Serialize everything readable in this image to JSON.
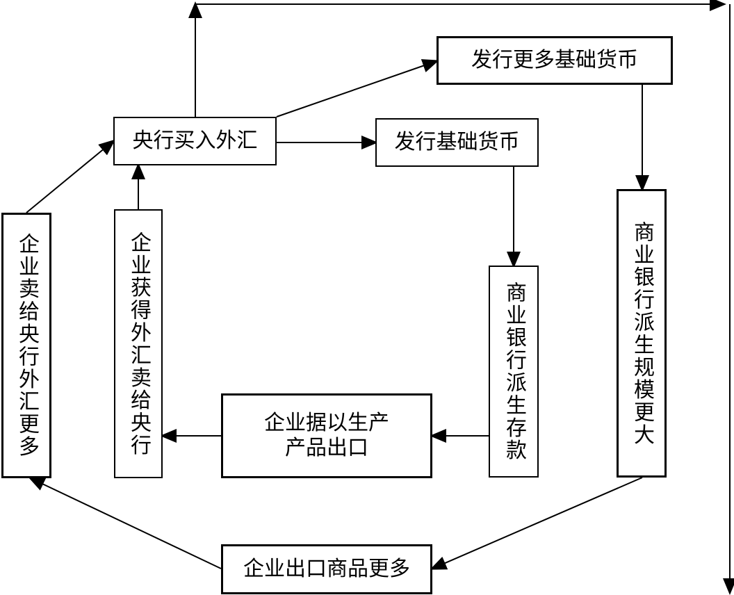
{
  "nodes": {
    "central_buy": "央行买入外汇",
    "issue_more_base_money": "发行更多基础货币",
    "issue_base_money": "发行基础货币",
    "bank_derive_deposit": "商业银行派生存款",
    "bank_derive_scale": "商业银行派生规模更大",
    "enterprise_production_export": "企业据以生产\n产品出口",
    "enterprise_sell_more_fx": "企业卖给央行外汇更多",
    "enterprise_get_fx_sell": "企业获得外汇卖给央行",
    "enterprise_export_more": "企业出口商品更多"
  }
}
